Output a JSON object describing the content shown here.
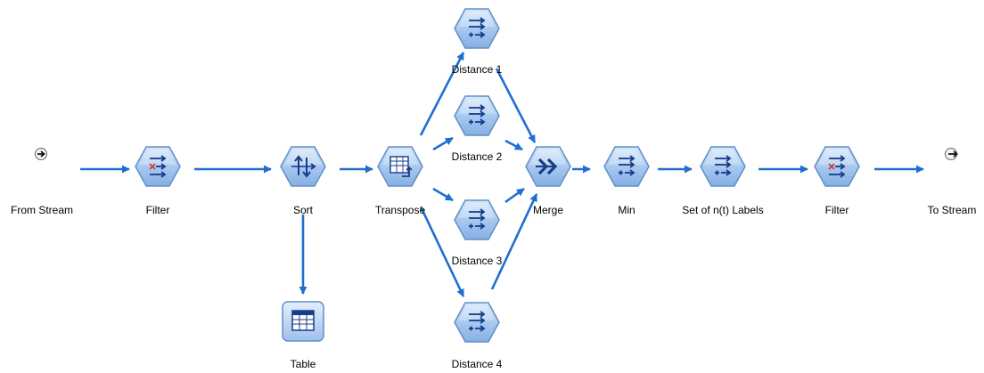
{
  "nodes": {
    "from_stream": {
      "label": "From Stream",
      "icon": "stream-input-icon"
    },
    "filter1": {
      "label": "Filter",
      "icon": "filter-icon"
    },
    "sort": {
      "label": "Sort",
      "icon": "sort-icon"
    },
    "table": {
      "label": "Table",
      "icon": "table-icon"
    },
    "transpose": {
      "label": "Transpose",
      "icon": "transpose-icon"
    },
    "distance1": {
      "label": "Distance 1",
      "icon": "derive-icon"
    },
    "distance2": {
      "label": "Distance 2",
      "icon": "derive-icon"
    },
    "distance3": {
      "label": "Distance 3",
      "icon": "derive-icon"
    },
    "distance4": {
      "label": "Distance 4",
      "icon": "derive-icon"
    },
    "merge": {
      "label": "Merge",
      "icon": "merge-icon"
    },
    "min": {
      "label": "Min",
      "icon": "derive-icon"
    },
    "labels": {
      "label": "Set of n(t) Labels",
      "icon": "derive-icon"
    },
    "filter2": {
      "label": "Filter",
      "icon": "filter-icon"
    },
    "to_stream": {
      "label": "To Stream",
      "icon": "stream-output-icon"
    }
  },
  "colors": {
    "arrow": "#1f6fd1",
    "node_fill": "#a9c9ef",
    "node_stroke": "#5f8fc8",
    "glyph": "#173c8c"
  }
}
